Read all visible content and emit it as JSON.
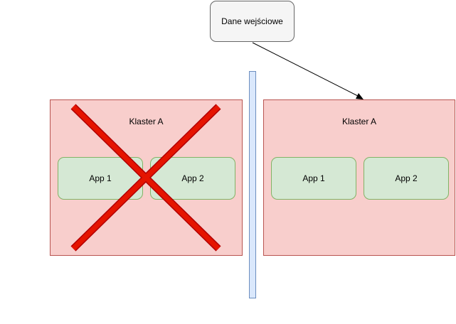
{
  "input": {
    "label": "Dane wejściowe"
  },
  "clusters": [
    {
      "title": "Klaster A",
      "apps": [
        {
          "label": "App 1"
        },
        {
          "label": "App 2"
        }
      ],
      "crossed_out": true
    },
    {
      "title": "Klaster A",
      "apps": [
        {
          "label": "App 1"
        },
        {
          "label": "App 2"
        }
      ],
      "crossed_out": false
    }
  ],
  "colors": {
    "input_fill": "#f5f5f5",
    "input_stroke": "#666666",
    "cluster_fill": "#f8cecc",
    "cluster_stroke": "#b85450",
    "app_fill": "#d5e8d4",
    "app_stroke": "#82b366",
    "divider_fill": "#dae8fc",
    "divider_stroke": "#6c8ebf",
    "cross_fill": "#e51400",
    "cross_stroke": "#b20000"
  }
}
